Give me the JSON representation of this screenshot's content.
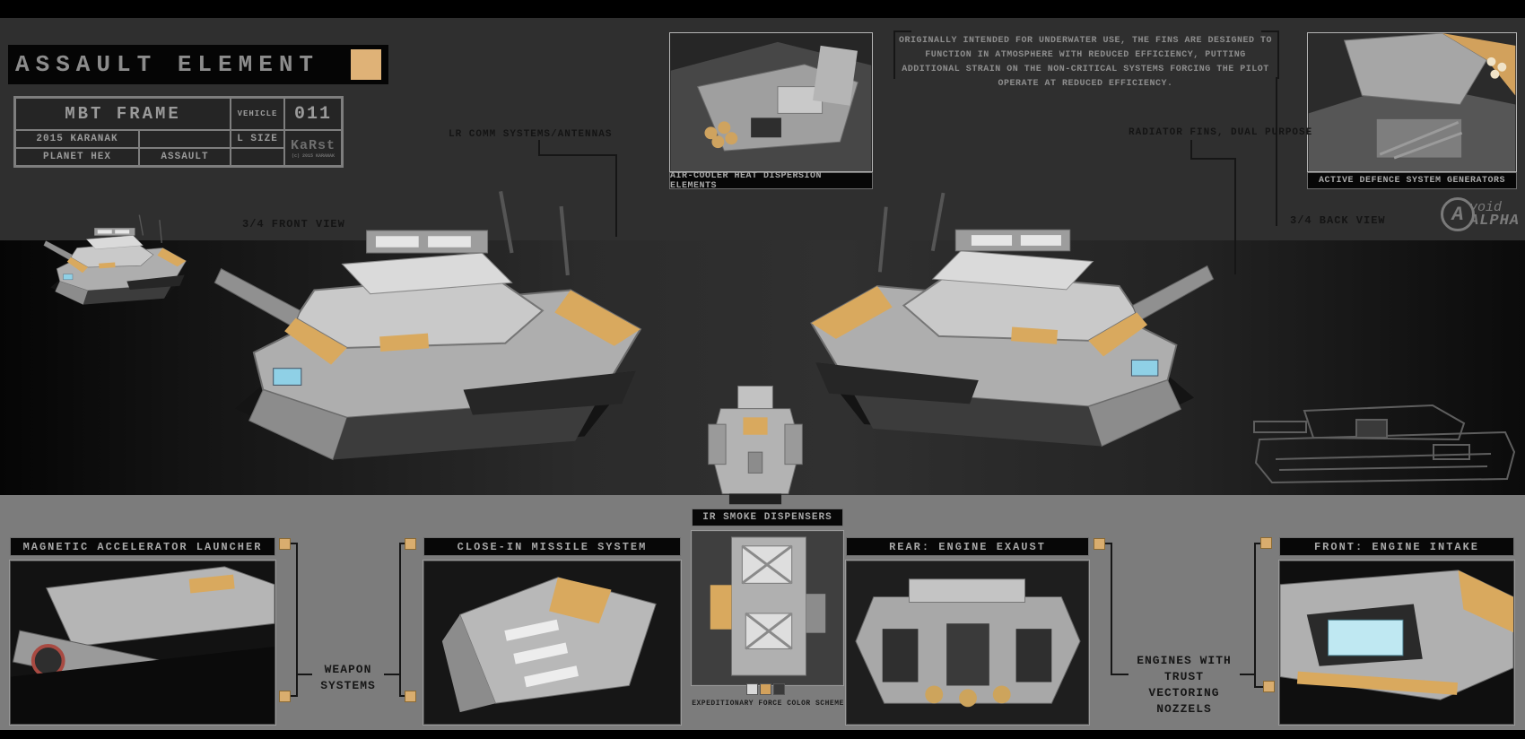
{
  "title": {
    "label": "ASSAULT ELEMENT"
  },
  "spec_table": {
    "frame": "MBT FRAME",
    "vehicle_label": "VEHICLE",
    "vehicle_number": "011",
    "year_maker": "2015 KARANAK",
    "size_label": "L SIZE",
    "planet": "PLANET HEX",
    "role": "ASSAULT",
    "logo": "KaRst",
    "logo_sub": "(c) 2015 KARANAK"
  },
  "views": {
    "front": "3/4 FRONT VIEW",
    "back": "3/4 BACK VIEW"
  },
  "callouts": {
    "lr_comm": "LR COMM SYSTEMS/ANTENNAS",
    "radiator": "RADIATOR FINS, DUAL PURPOSE",
    "air_cooler": "AIR-COOLER HEAT DISPERSION ELEMENTS",
    "active_defence": "ACTIVE DEFENCE SYSTEM GENERATORS",
    "note": "ORIGINALLY INTENDED FOR UNDERWATER USE, THE FINS ARE DESIGNED TO FUNCTION IN ATMOSPHERE WITH REDUCED EFFICIENCY, PUTTING ADDITIONAL STRAIN ON THE NON-CRITICAL SYSTEMS FORCING THE PILOT OPERATE AT REDUCED EFFICIENCY."
  },
  "brand": {
    "mark": "A",
    "line1": "void",
    "line2": "ALPHA"
  },
  "bottom": {
    "magnetic_label": "MAGNETIC ACCELERATOR LAUNCHER",
    "weapon_lines": [
      "WEAPON",
      "SYSTEMS"
    ],
    "close_in_label": "CLOSE-IN MISSILE SYSTEM",
    "ir_label": "IR SMOKE DISPENSERS",
    "scheme_caption": "EXPEDITIONARY FORCE COLOR SCHEME",
    "rear_label": "REAR: ENGINE EXAUST",
    "engine_lines": [
      "ENGINES WITH",
      "TRUST VECTORING",
      "NOZZELS"
    ],
    "front_label": "FRONT: ENGINE INTAKE"
  },
  "colors": {
    "accent": "#dfb277",
    "scheme_swatches": [
      "#d9d9d9",
      "#d2a15c",
      "#3a3a3a"
    ]
  },
  "swatch_styles": [
    "background:#d9d9d9",
    "background:#d2a15c",
    "background:#3a3a3a"
  ]
}
